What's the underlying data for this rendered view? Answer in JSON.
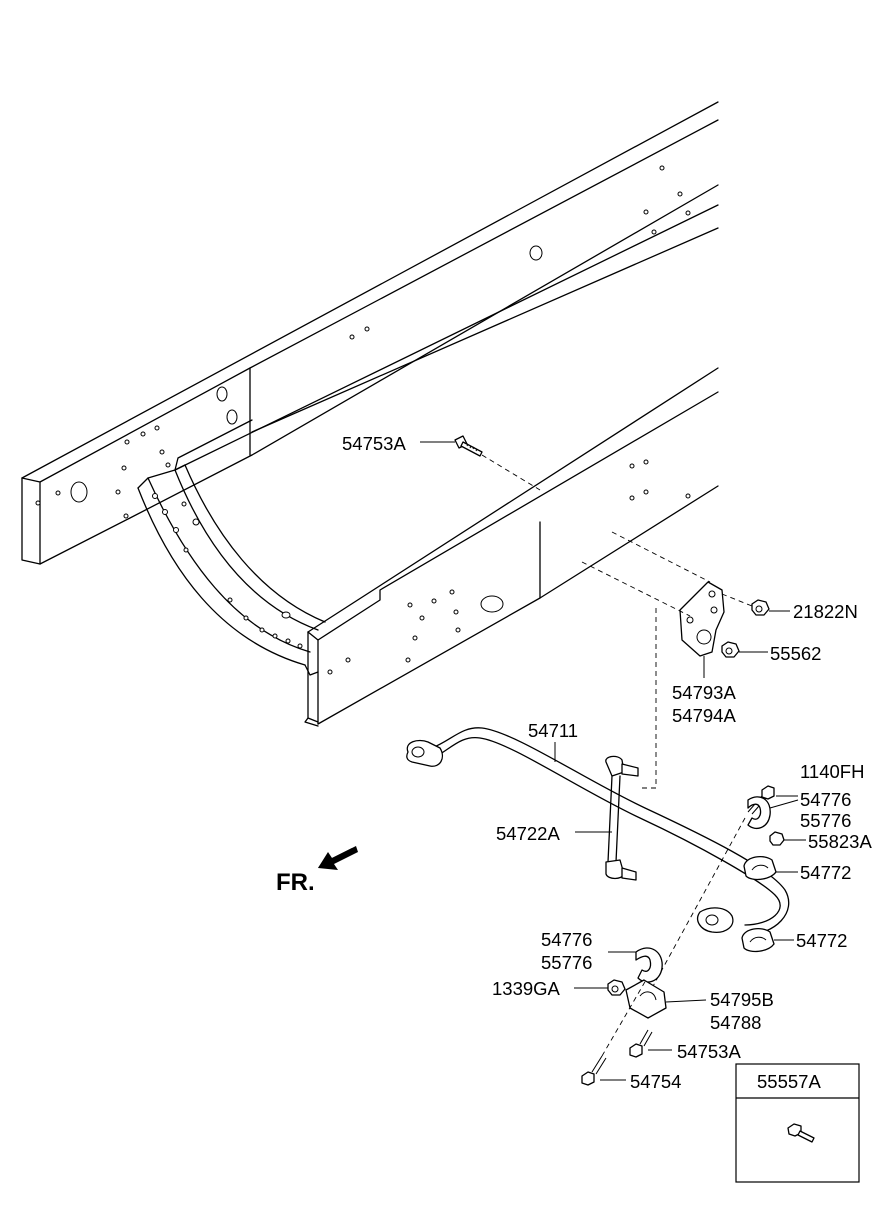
{
  "diagram": {
    "direction_marker": "FR.",
    "callouts": {
      "bolt_top": "54753A",
      "nut_upper": "21822N",
      "nut_lower": "55562",
      "bracket_1": "54793A",
      "bracket_2": "54794A",
      "stabilizer_bar": "54711",
      "link": "54722A",
      "bolt_upper_right": "1140FH",
      "clamp_a_1": "54776",
      "clamp_a_2": "55776",
      "nut_right": "55823A",
      "bushing_upper": "54772",
      "bushing_lower": "54772",
      "clamp_b_1": "54776",
      "clamp_b_2": "55776",
      "nut_left": "1339GA",
      "bracket_b_1": "54795B",
      "bracket_b_2": "54788",
      "bolt_lower_mid": "54753A",
      "bolt_lower": "54754",
      "inset_title": "55557A"
    }
  }
}
